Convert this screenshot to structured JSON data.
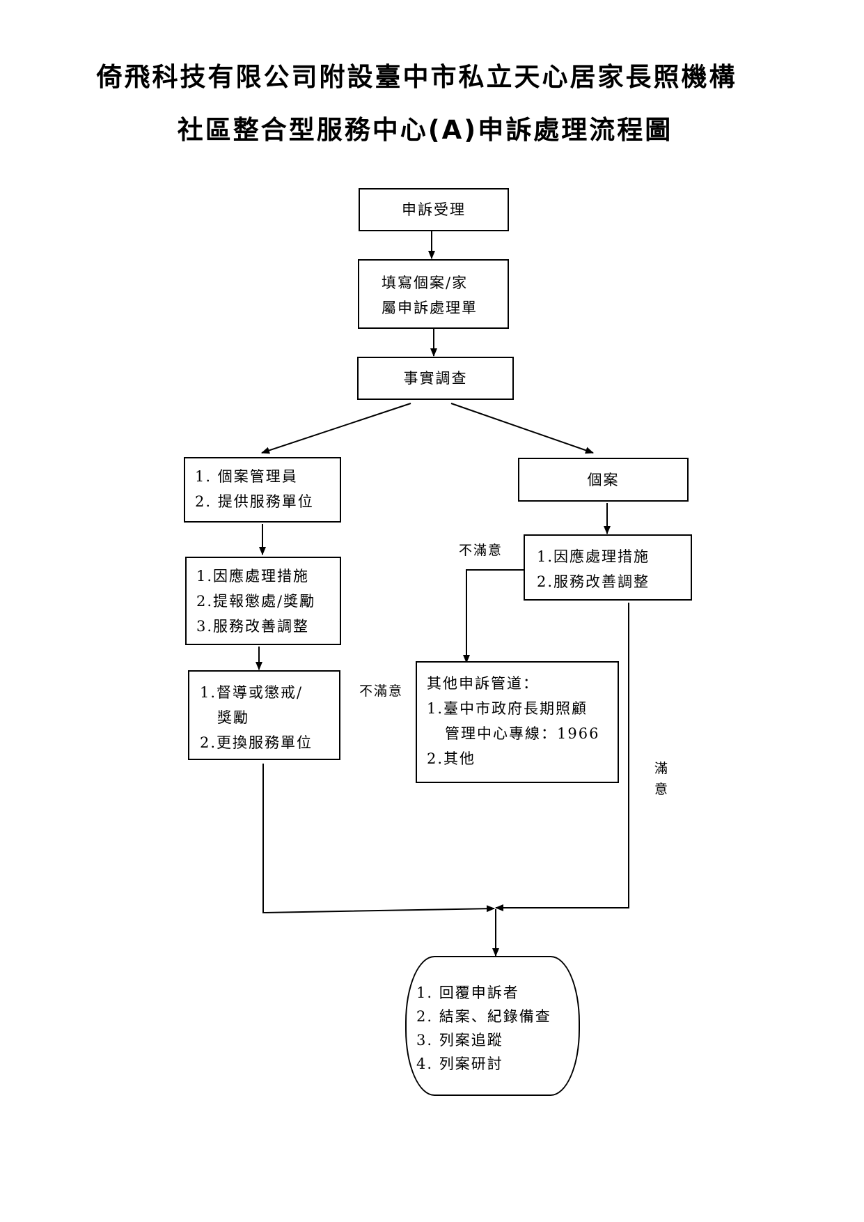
{
  "title": {
    "line1": "倚飛科技有限公司附設臺中市私立天心居家長照機構",
    "line2": "社區整合型服務中心(A)申訴處理流程圖"
  },
  "nodes": {
    "receive": "申訴受理",
    "form": [
      "填寫個案/家",
      "屬申訴處理單"
    ],
    "investigate": "事實調查",
    "manager_unit": [
      "1.  個案管理員",
      "2.  提供服務單位"
    ],
    "individual": "個案",
    "left_measures": [
      "1.因應處理措施",
      "2.提報懲處/獎勵",
      "3.服務改善調整"
    ],
    "right_measures": [
      "1.因應處理措施",
      "2.服務改善調整"
    ],
    "supervise": [
      "1.督導或懲戒/",
      "獎勵",
      "2.更換服務單位"
    ],
    "other_channels": [
      "其他申訴管道：",
      "1.臺中市政府長期照顧",
      "管理中心專線：1966",
      "2.其他"
    ],
    "final": [
      "1.  回覆申訴者",
      "2.  結案、紀錄備查",
      "3.  列案追蹤",
      "4.  列案研討"
    ]
  },
  "labels": {
    "unsatisfied_top": "不滿意",
    "unsatisfied_left": "不滿意",
    "satisfied": [
      "滿",
      "意"
    ]
  }
}
